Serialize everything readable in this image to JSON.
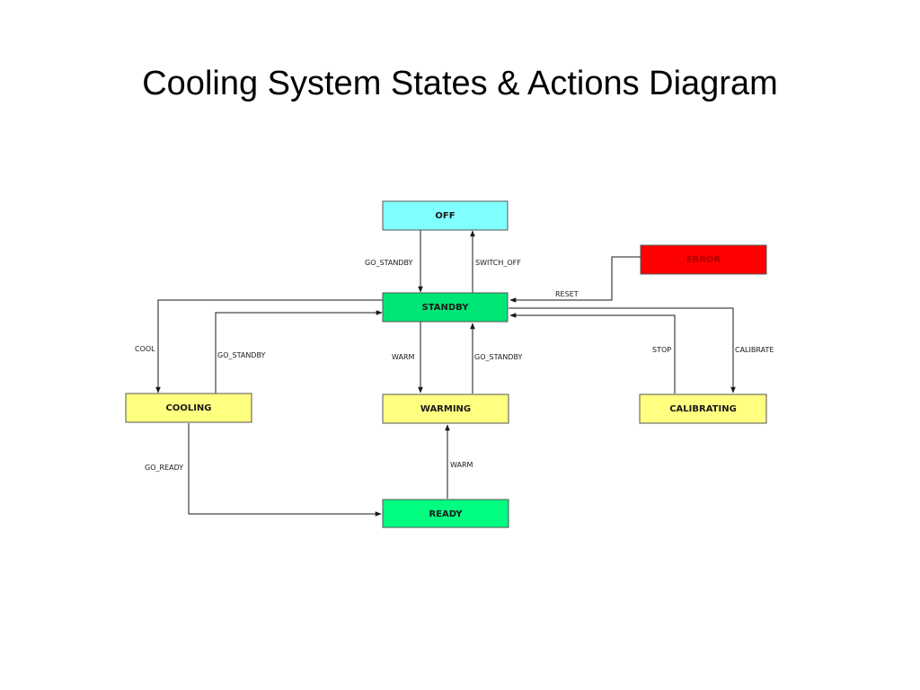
{
  "title": "Cooling System States & Actions Diagram",
  "states": {
    "off": {
      "label": "OFF",
      "color": "#80FFFF"
    },
    "standby": {
      "label": "STANDBY",
      "color": "#00E676"
    },
    "error": {
      "label": "ERROR",
      "color": "#FF0000"
    },
    "cooling": {
      "label": "COOLING",
      "color": "#FFFF80"
    },
    "warming": {
      "label": "WARMING",
      "color": "#FFFF80"
    },
    "calibrating": {
      "label": "CALIBRATING",
      "color": "#FFFF80"
    },
    "ready": {
      "label": "READY",
      "color": "#00FF80"
    }
  },
  "transitions": {
    "off_to_standby": {
      "from": "OFF",
      "to": "STANDBY",
      "label": "GO_STANDBY"
    },
    "standby_to_off": {
      "from": "STANDBY",
      "to": "OFF",
      "label": "SWITCH_OFF"
    },
    "error_to_standby": {
      "from": "ERROR",
      "to": "STANDBY",
      "label": "RESET"
    },
    "standby_to_cooling": {
      "from": "STANDBY",
      "to": "COOLING",
      "label": "COOL"
    },
    "cooling_to_standby": {
      "from": "COOLING",
      "to": "STANDBY",
      "label": "GO_STANDBY"
    },
    "standby_to_warming": {
      "from": "STANDBY",
      "to": "WARMING",
      "label": "WARM"
    },
    "warming_to_standby": {
      "from": "WARMING",
      "to": "STANDBY",
      "label": "GO_STANDBY"
    },
    "calibrating_to_standby": {
      "from": "CALIBRATING",
      "to": "STANDBY",
      "label": "STOP"
    },
    "standby_to_calibrating": {
      "from": "STANDBY",
      "to": "CALIBRATING",
      "label": "CALIBRATE"
    },
    "cooling_to_ready": {
      "from": "COOLING",
      "to": "READY",
      "label": "GO_READY"
    },
    "ready_to_warming": {
      "from": "READY",
      "to": "WARMING",
      "label": "WARM"
    }
  }
}
